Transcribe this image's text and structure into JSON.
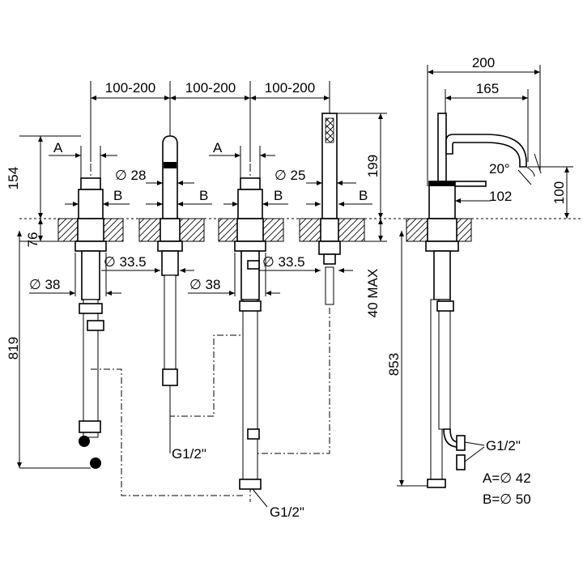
{
  "dimensions": {
    "spacing": "100-200",
    "height_top": "154",
    "deck_thickness": "76",
    "hose_length_left": "819",
    "hose_length_right": "853",
    "diameter_28": "∅ 28",
    "diameter_25": "∅ 25",
    "diameter_33_5": "∅ 33.5",
    "diameter_38": "∅ 38",
    "handshower_height": "199",
    "max_deck": "40 MAX",
    "side_width": "200",
    "spout_reach": "165",
    "angle": "20°",
    "spout_height": "100",
    "base_to_spout": "102"
  },
  "labels": {
    "a": "A",
    "b": "B",
    "thread": "G1/2\"",
    "legend_a": "A=∅ 42",
    "legend_b": "B=∅ 50"
  }
}
